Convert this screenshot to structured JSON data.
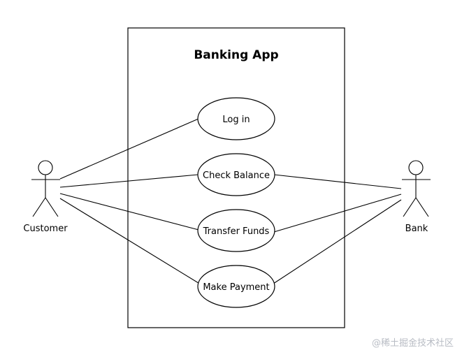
{
  "system": {
    "title": "Banking App"
  },
  "actors": {
    "customer": {
      "label": "Customer"
    },
    "bank": {
      "label": "Bank"
    }
  },
  "use_cases": [
    {
      "id": "login",
      "label": "Log in"
    },
    {
      "id": "check_balance",
      "label": "Check Balance"
    },
    {
      "id": "transfer_funds",
      "label": "Transfer Funds"
    },
    {
      "id": "make_payment",
      "label": "Make Payment"
    }
  ],
  "watermark": "@稀土掘金技术社区"
}
